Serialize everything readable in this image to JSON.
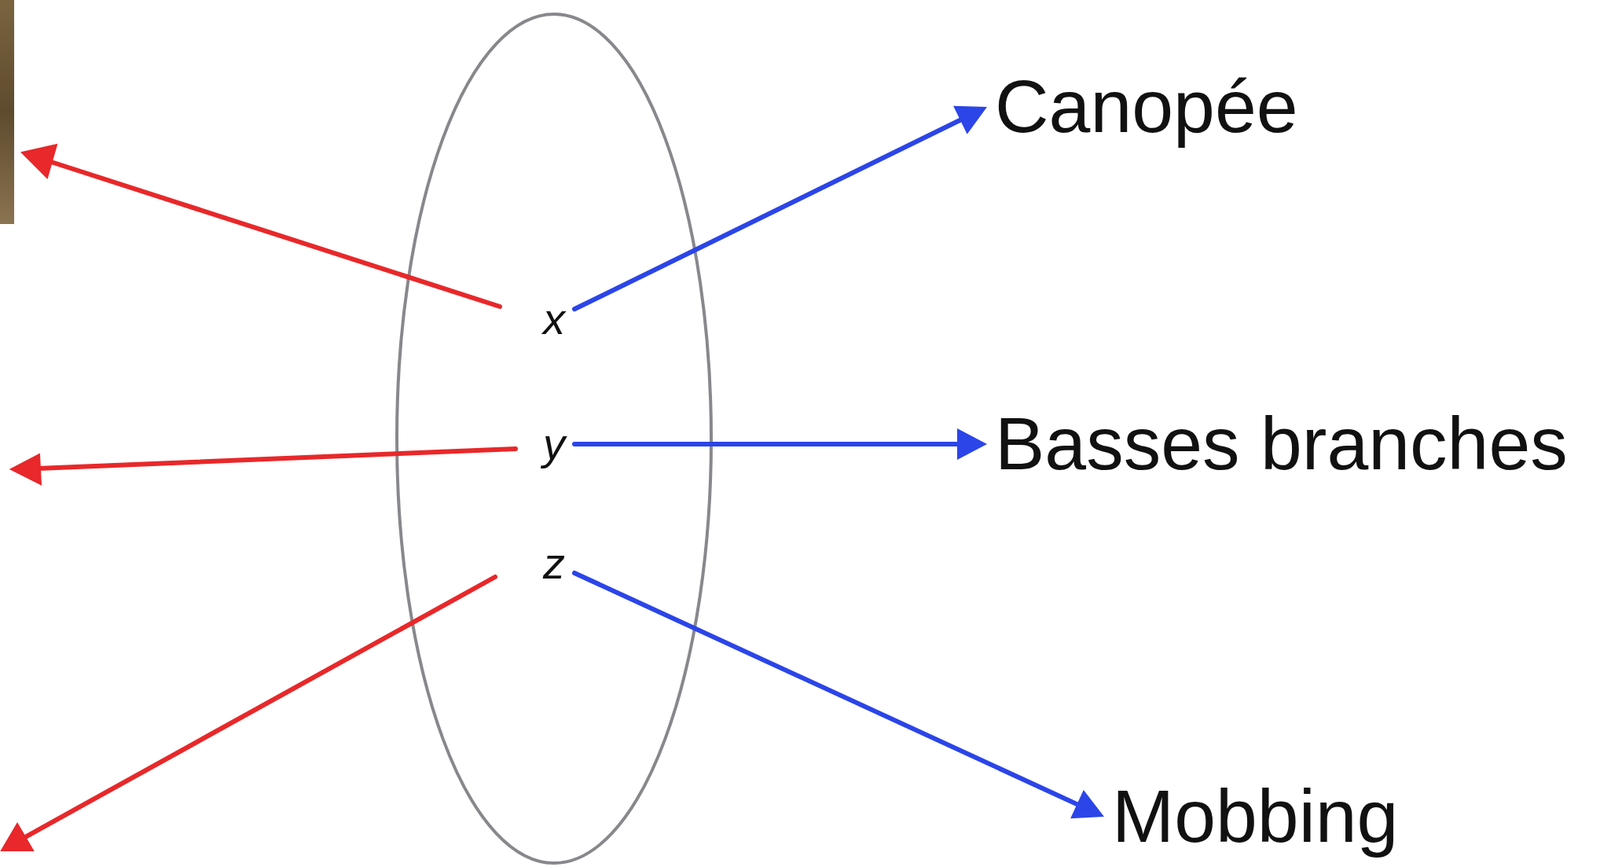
{
  "diagram": {
    "nodes": [
      {
        "text": [
          "x"
        ]
      },
      {
        "text": [
          "y"
        ]
      },
      {
        "text": [
          "z"
        ]
      },
      {
        "text": [
          "Canopée"
        ]
      },
      {
        "text": [
          "Basses branches"
        ]
      },
      {
        "text": [
          "Mobbing"
        ]
      }
    ],
    "edges": [
      {
        "from": 0,
        "to": 3,
        "arrow": "to"
      },
      {
        "from": 1,
        "to": 4,
        "arrow": "to"
      },
      {
        "from": 2,
        "to": 5,
        "arrow": "to"
      }
    ]
  }
}
